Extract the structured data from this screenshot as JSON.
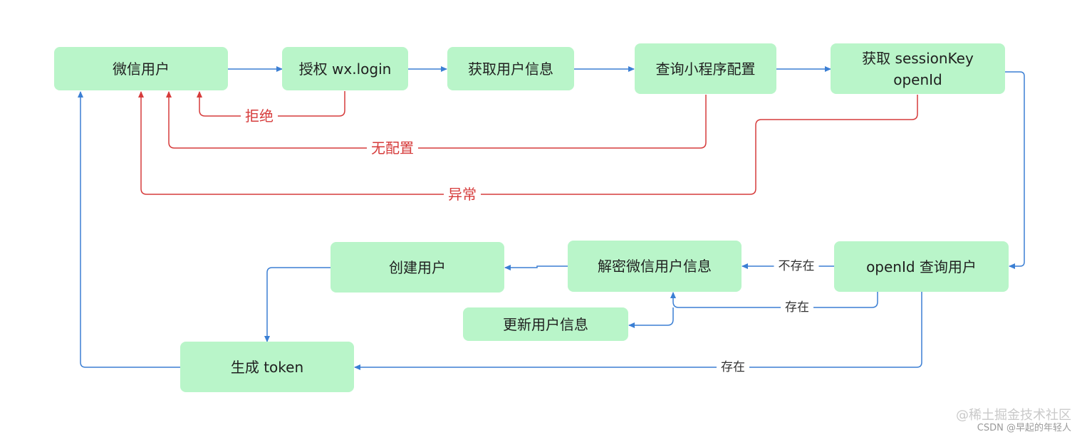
{
  "colors": {
    "node_fill": "#b9f5c9",
    "flow_edge": "#3b7fd4",
    "error_edge": "#d63b3b"
  },
  "nodes": {
    "wechat_user": "微信用户",
    "authorize": "授权 wx.login",
    "get_user_info": "获取用户信息",
    "query_config": "查询小程序配置",
    "get_session_line1": "获取 sessionKey",
    "get_session_line2": "openId",
    "query_by_openid": "openId 查询用户",
    "decrypt": "解密微信用户信息",
    "create_user": "创建用户",
    "update_user": "更新用户信息",
    "gen_token": "生成 token"
  },
  "edge_labels": {
    "reject": "拒绝",
    "no_config": "无配置",
    "exception": "异常",
    "not_exist": "不存在",
    "exist_update": "存在",
    "exist_token": "存在"
  },
  "watermark": {
    "line1": "@稀土掘金技术社区",
    "line2": "CSDN @早起的年轻人"
  }
}
